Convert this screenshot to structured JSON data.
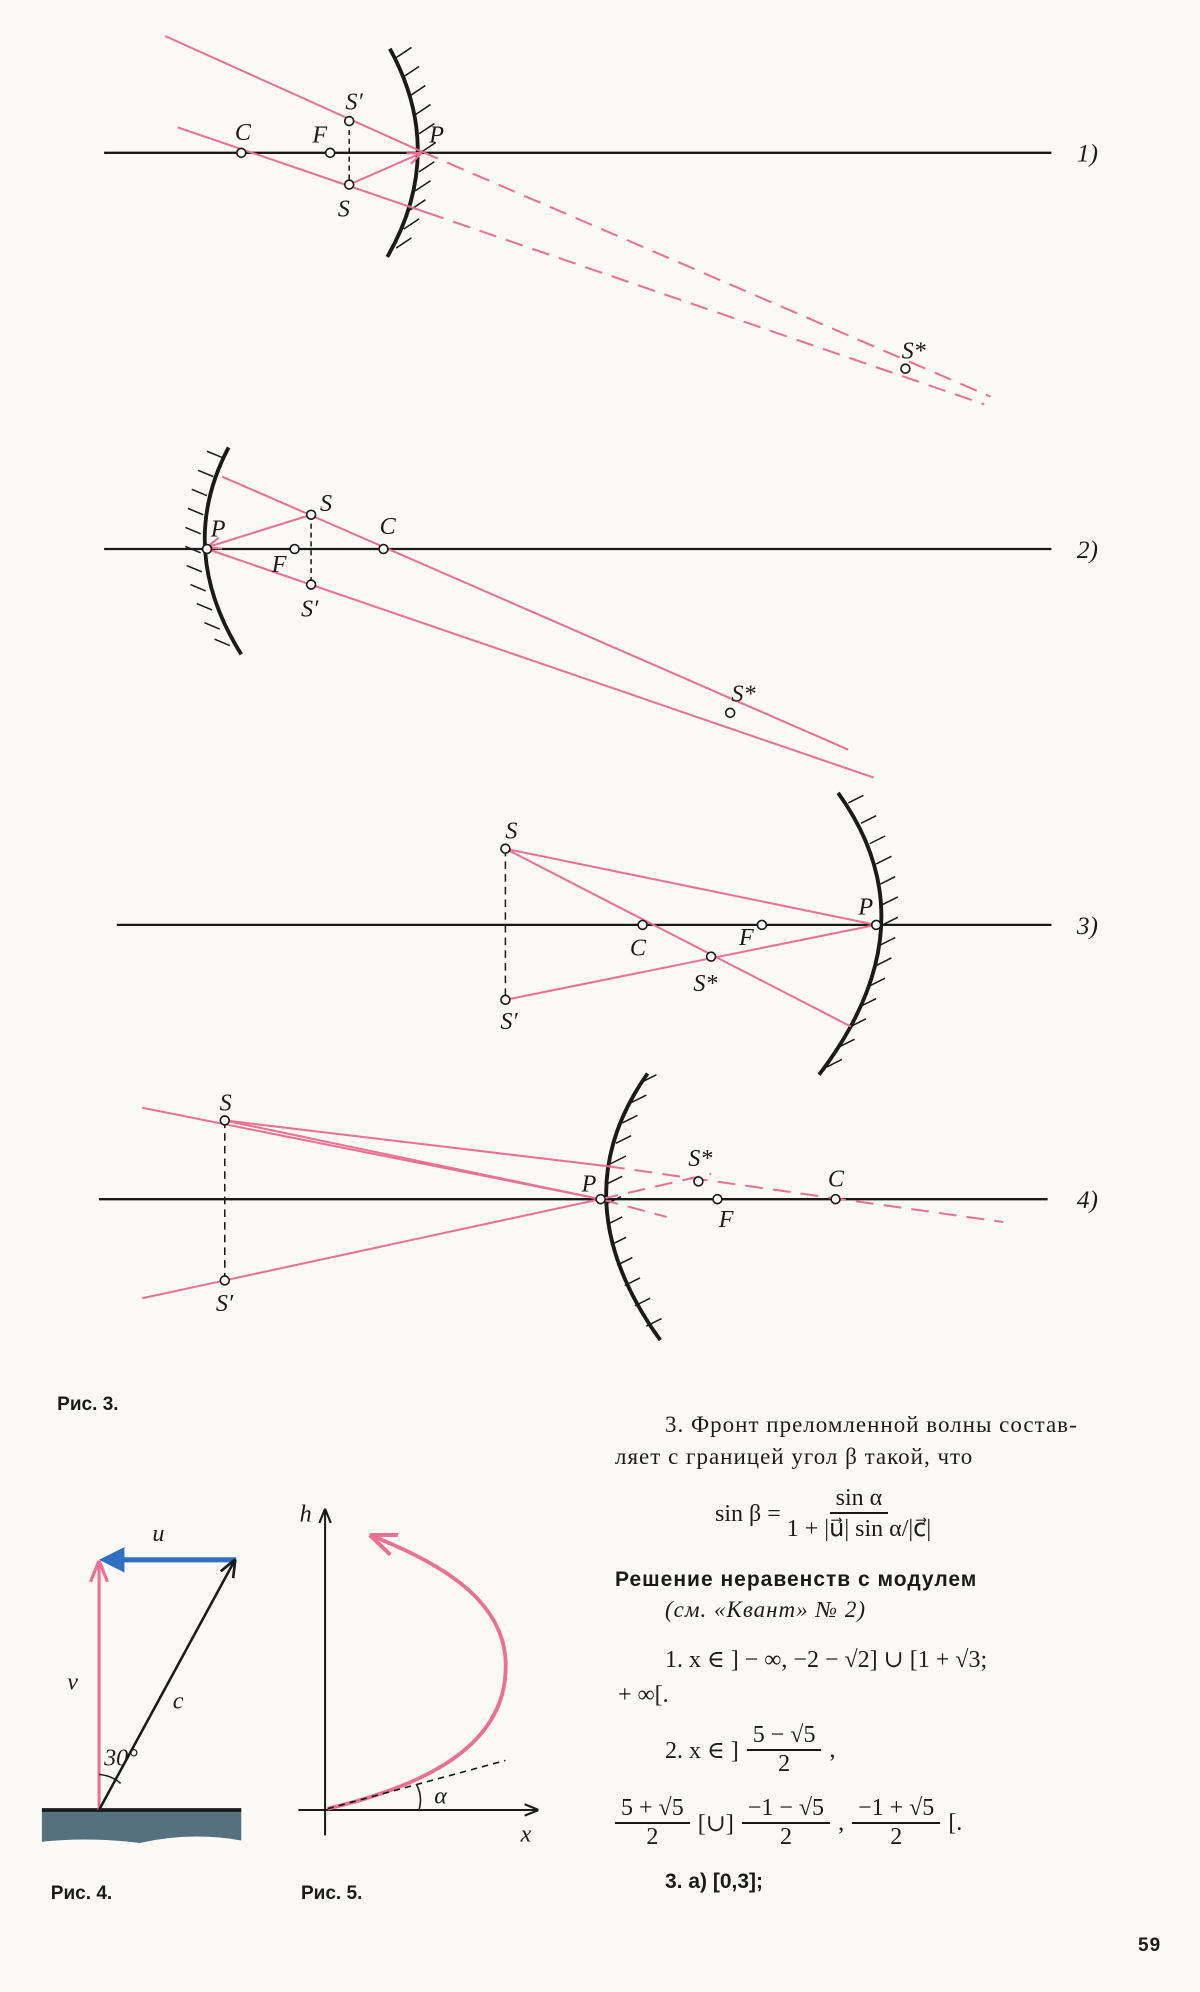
{
  "figure3": {
    "caption": "Рис. 3.",
    "cases": [
      "1)",
      "2)",
      "3)",
      "4)"
    ],
    "labels": {
      "C": "C",
      "F": "F",
      "P": "P",
      "S": "S",
      "S_prime": "S′",
      "S_star": "S*"
    }
  },
  "figure4": {
    "caption": "Рис. 4.",
    "u": "u⃗",
    "v": "v⃗",
    "c": "c⃗",
    "angle": "30°"
  },
  "figure5": {
    "caption": "Рис. 5.",
    "y_axis": "h",
    "x_axis": "x",
    "angle": "α"
  },
  "text": {
    "para3_line1": "3. Фронт преломленной волны состав-",
    "para3_line2": "ляет с границей угол β такой, что",
    "formula_lhs": "sin β =",
    "formula_num": "sin α",
    "formula_den": "1 + |u⃗| sin α/|c⃗|",
    "heading": "Решение неравенств с модулем",
    "heading_ref": "(см. «Квант» № 2)",
    "item1_line1": "1. x ∈ ] − ∞, −2 − √2] ∪ [1 + √3;",
    "item1_line2": "+ ∞[.",
    "item2_prefix": "2. x ∈ ]",
    "item2_f1_num": "5 − √5",
    "item2_f1_den": "2",
    "item2_comma": ",",
    "item2_f2_num": "5 + √5",
    "item2_f2_den": "2",
    "item2_union": "[∪]",
    "item2_f3_num": "−1 − √5",
    "item2_f3_den": "2",
    "item2_f4_num": "−1 + √5",
    "item2_f4_den": "2",
    "item2_end": "[.",
    "item3": "3. a) [0,3];"
  },
  "page_number": "59",
  "colors": {
    "ray": "#ec6f95",
    "vector_u": "#2f6fc4",
    "ground": "#55707f"
  }
}
